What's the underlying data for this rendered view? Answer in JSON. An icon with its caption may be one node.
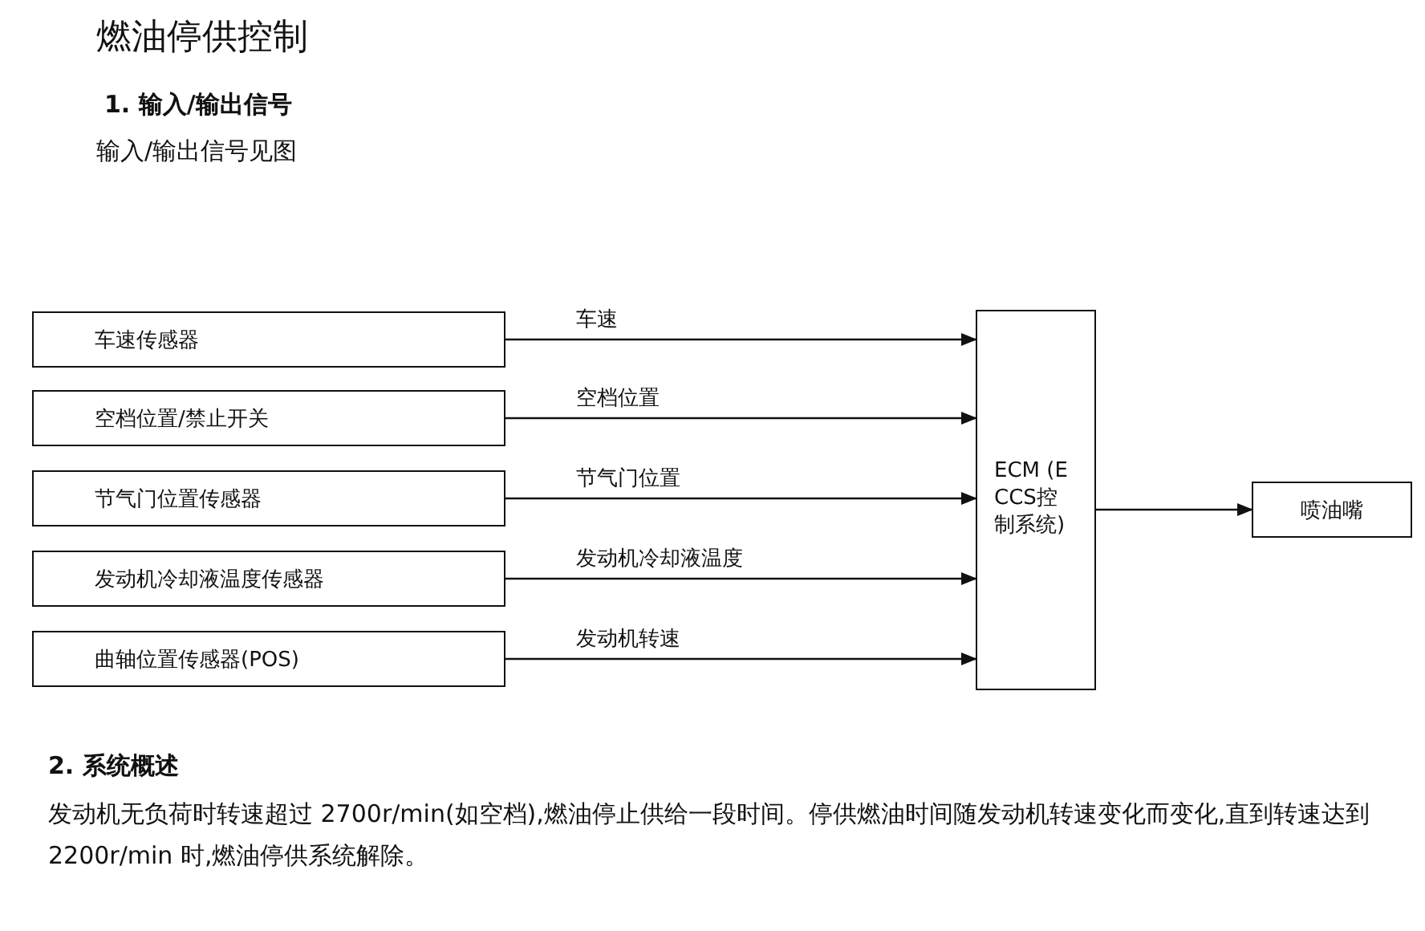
{
  "diagram": {
    "title": "燃油停供控制",
    "nodes": [
      {
        "text": [
          "车速传感器"
        ]
      },
      {
        "text": [
          "空档位置/禁止开关"
        ]
      },
      {
        "text": [
          "节气门位置传感器"
        ]
      },
      {
        "text": [
          "发动机冷却液温度传感器"
        ]
      },
      {
        "text": [
          "曲轴位置传感器(POS)"
        ]
      },
      {
        "text": [
          "ECM (ECCS控制系统)"
        ]
      },
      {
        "text": [
          "喷油嘴"
        ]
      }
    ],
    "edges": [
      {
        "from": 0,
        "to": 5,
        "arrow": "to",
        "label": "车速"
      },
      {
        "from": 1,
        "to": 5,
        "arrow": "to",
        "label": "空档位置"
      },
      {
        "from": 2,
        "to": 5,
        "arrow": "to",
        "label": "节气门位置"
      },
      {
        "from": 3,
        "to": 5,
        "arrow": "to",
        "label": "发动机冷却液温度"
      },
      {
        "from": 4,
        "to": 5,
        "arrow": "to",
        "label": "发动机转速"
      },
      {
        "from": 5,
        "to": 6,
        "arrow": "to"
      }
    ],
    "labels": [
      "1. 输入/输出信号",
      "输入/输出信号见图",
      "2. 系统概述",
      "发动机无负荷时转速超过 2700r/min(如空档),燃油停止供给一段时间。停供燃油时间随发动机转速变化而变化,直到转速达到 2200r/min 时,燃油停供系统解除。"
    ]
  }
}
